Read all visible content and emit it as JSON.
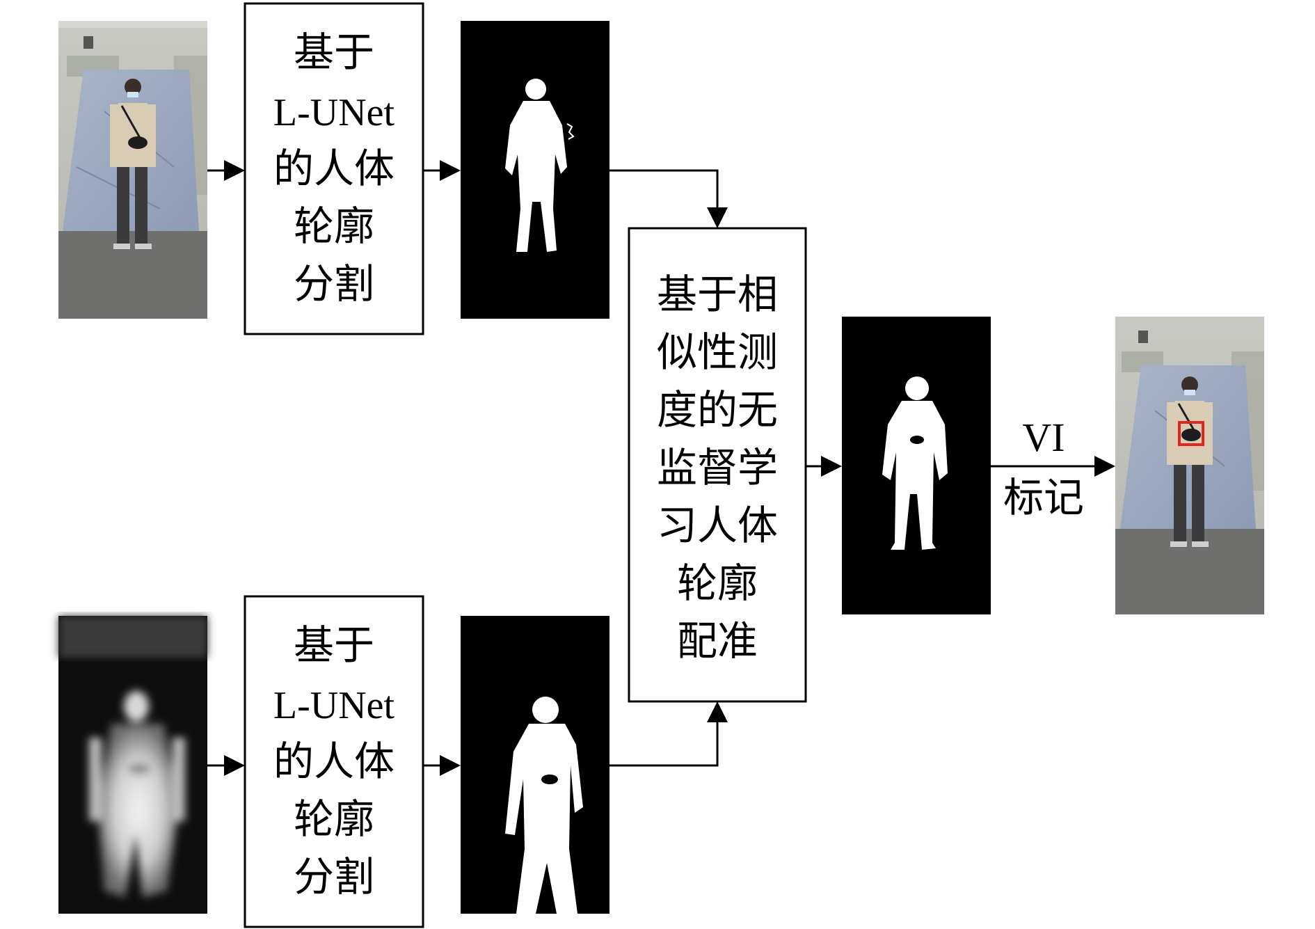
{
  "nodes": {
    "seg_top": {
      "lines": [
        "基于",
        "L-UNet",
        "的人体",
        "轮廓",
        "分割"
      ]
    },
    "seg_bottom": {
      "lines": [
        "基于",
        "L-UNet",
        "的人体",
        "轮廓",
        "分割"
      ]
    },
    "registration": {
      "lines": [
        "基于相",
        "似性测",
        "度的无",
        "监督学",
        "习人体",
        "轮廓",
        "配准"
      ]
    }
  },
  "edge_labels": {
    "vi_marking": {
      "lines": [
        "VI",
        "标记"
      ]
    }
  },
  "colors": {
    "line": "#000000",
    "background": "#ffffff",
    "mask_background": "#000000",
    "mask_foreground": "#ffffff",
    "marker": "#e0261f"
  },
  "images": {
    "visible_photo": "visible-light photo of person",
    "thermal_photo": "infrared thermal image of person",
    "mask_visible": "binary silhouette mask",
    "mask_thermal": "binary silhouette mask",
    "mask_registered": "registered silhouette mask",
    "result_photo": "visible photo with marked concealed object"
  }
}
